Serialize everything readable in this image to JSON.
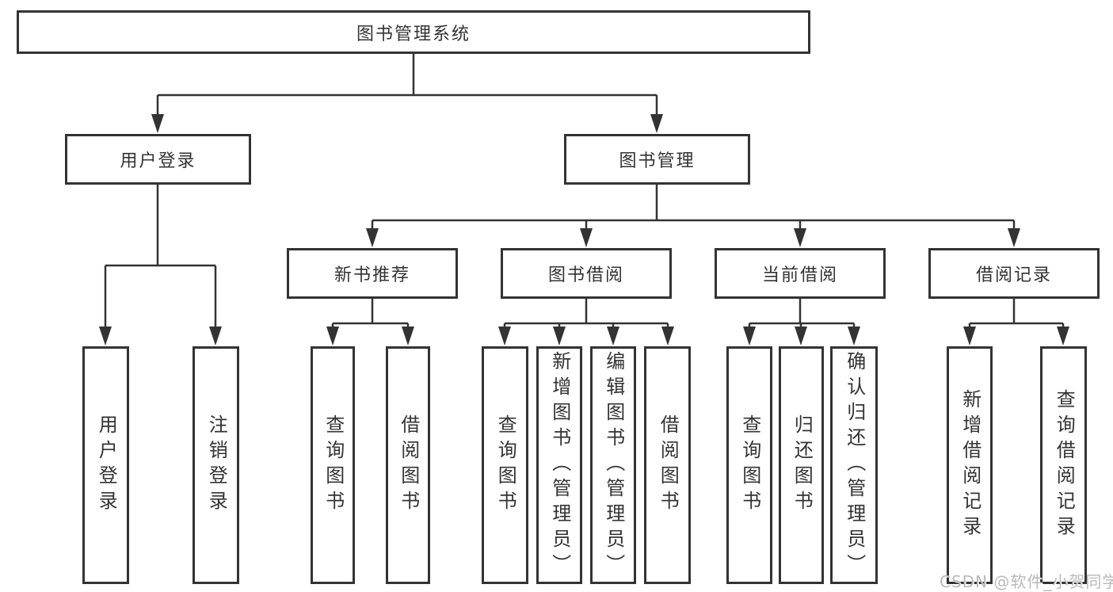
{
  "colors": {
    "line": "#333333",
    "text": "#333333",
    "background": "#ffffff",
    "box_fill": "#ffffff",
    "watermark": "#b9b9b9"
  },
  "watermark": {
    "text": "CSDN @软件_小贺同学"
  },
  "tree": {
    "label": "图书管理系统",
    "children": [
      {
        "label": "用户登录",
        "children": [
          {
            "label": "用户登录"
          },
          {
            "label": "注销登录"
          }
        ]
      },
      {
        "label": "图书管理",
        "children": [
          {
            "label": "新书推荐",
            "children": [
              {
                "label": "查询图书"
              },
              {
                "label": "借阅图书"
              }
            ]
          },
          {
            "label": "图书借阅",
            "children": [
              {
                "label": "查询图书"
              },
              {
                "label": "新增图书（管理员）"
              },
              {
                "label": "编辑图书（管理员）"
              },
              {
                "label": "借阅图书"
              }
            ]
          },
          {
            "label": "当前借阅",
            "children": [
              {
                "label": "查询图书"
              },
              {
                "label": "归还图书"
              },
              {
                "label": "确认归还（管理员）"
              }
            ]
          },
          {
            "label": "借阅记录",
            "children": [
              {
                "label": "新增借阅记录"
              },
              {
                "label": "查询借阅记录"
              }
            ]
          }
        ]
      }
    ]
  }
}
